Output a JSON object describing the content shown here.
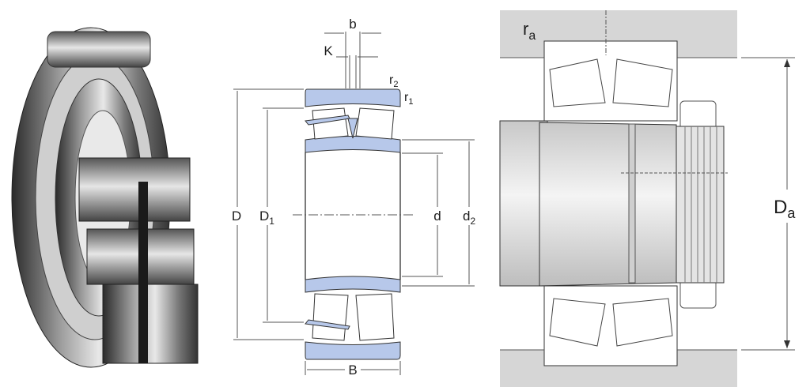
{
  "colors": {
    "ring_fill": "#b7c8ea",
    "housing_fill": "#d6d6d6",
    "label": "#1c1c1c"
  },
  "section_drawing": {
    "labels": {
      "b": "b",
      "K": "K",
      "r2": "r",
      "r2_sub": "2",
      "r1": "r",
      "r1_sub": "1",
      "D": "D",
      "D1": "D",
      "D1_sub": "1",
      "d": "d",
      "d2": "d",
      "d2_sub": "2",
      "B": "B"
    }
  },
  "mounting_drawing": {
    "labels": {
      "ra": "r",
      "ra_sub": "a",
      "Da": "D",
      "Da_sub": "a"
    }
  }
}
